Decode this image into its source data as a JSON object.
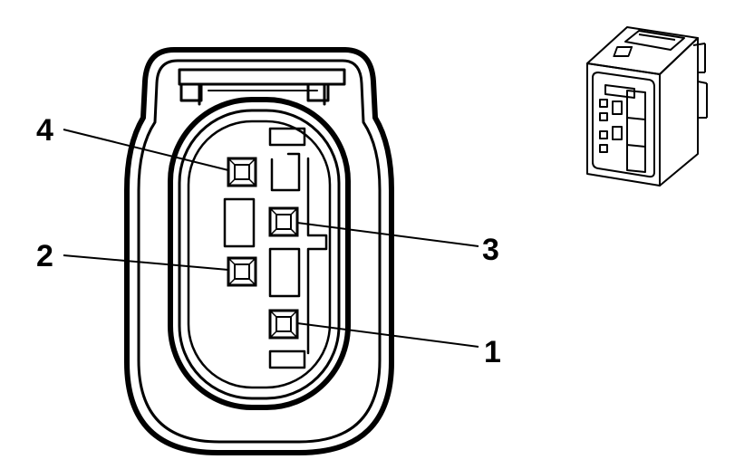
{
  "diagram": {
    "callouts": [
      {
        "id": "pin-4",
        "label": "4"
      },
      {
        "id": "pin-2",
        "label": "2"
      },
      {
        "id": "pin-3",
        "label": "3"
      },
      {
        "id": "pin-1",
        "label": "1"
      }
    ]
  }
}
